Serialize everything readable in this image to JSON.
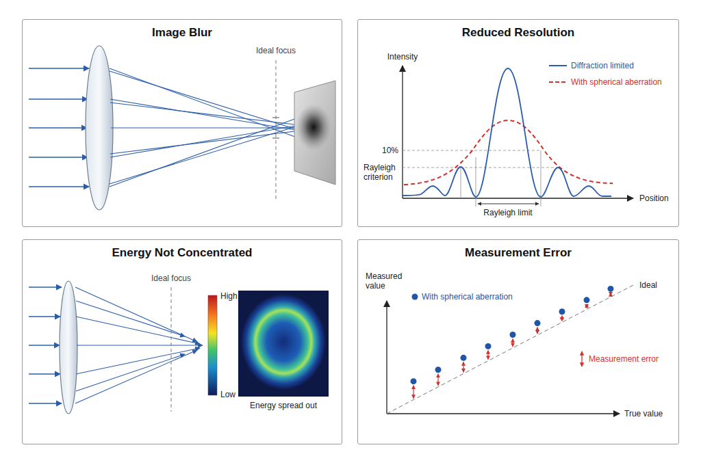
{
  "diagram": {
    "nodes": [
      {
        "text": [
          "Image Blur"
        ]
      },
      {
        "text": [
          "Reduced Resolution"
        ]
      },
      {
        "text": [
          "Energy Not Concentrated"
        ]
      },
      {
        "text": [
          "Measurement Error"
        ]
      }
    ],
    "labels": [
      "Ideal focus",
      "Intensity",
      "10%",
      "Rayleigh criterion",
      "Position",
      "Rayleigh limit",
      "Ideal focus",
      "High",
      "Low",
      "Energy spread out",
      "Measured value",
      "Ideal",
      "True value"
    ],
    "legend": [
      {
        "text": "Diffraction limited"
      },
      {
        "text": "With spherical aberration"
      },
      {
        "text": "With spherical aberration"
      },
      {
        "text": "Measurement error"
      }
    ]
  }
}
